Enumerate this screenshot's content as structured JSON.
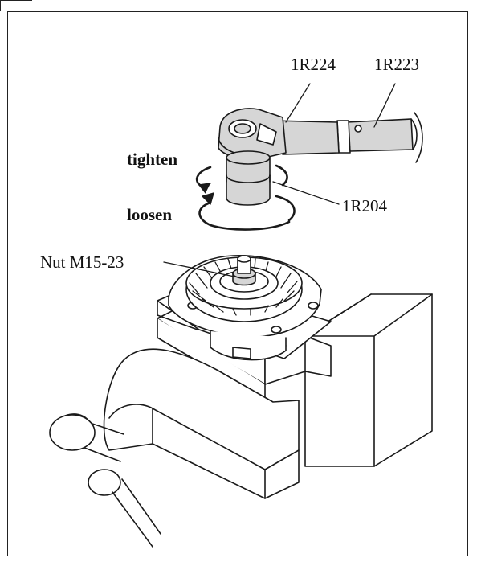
{
  "labels": {
    "part_1r224": "1R224",
    "part_1r223": "1R223",
    "tighten": "tighten",
    "loosen": "loosen",
    "part_1r204": "1R204",
    "nut": "Nut M15-23"
  },
  "colors": {
    "line": "#1a1a1a",
    "tool_fill": "#d6d6d6",
    "part_fill": "#ffffff",
    "shade": "#bdbdbd"
  }
}
